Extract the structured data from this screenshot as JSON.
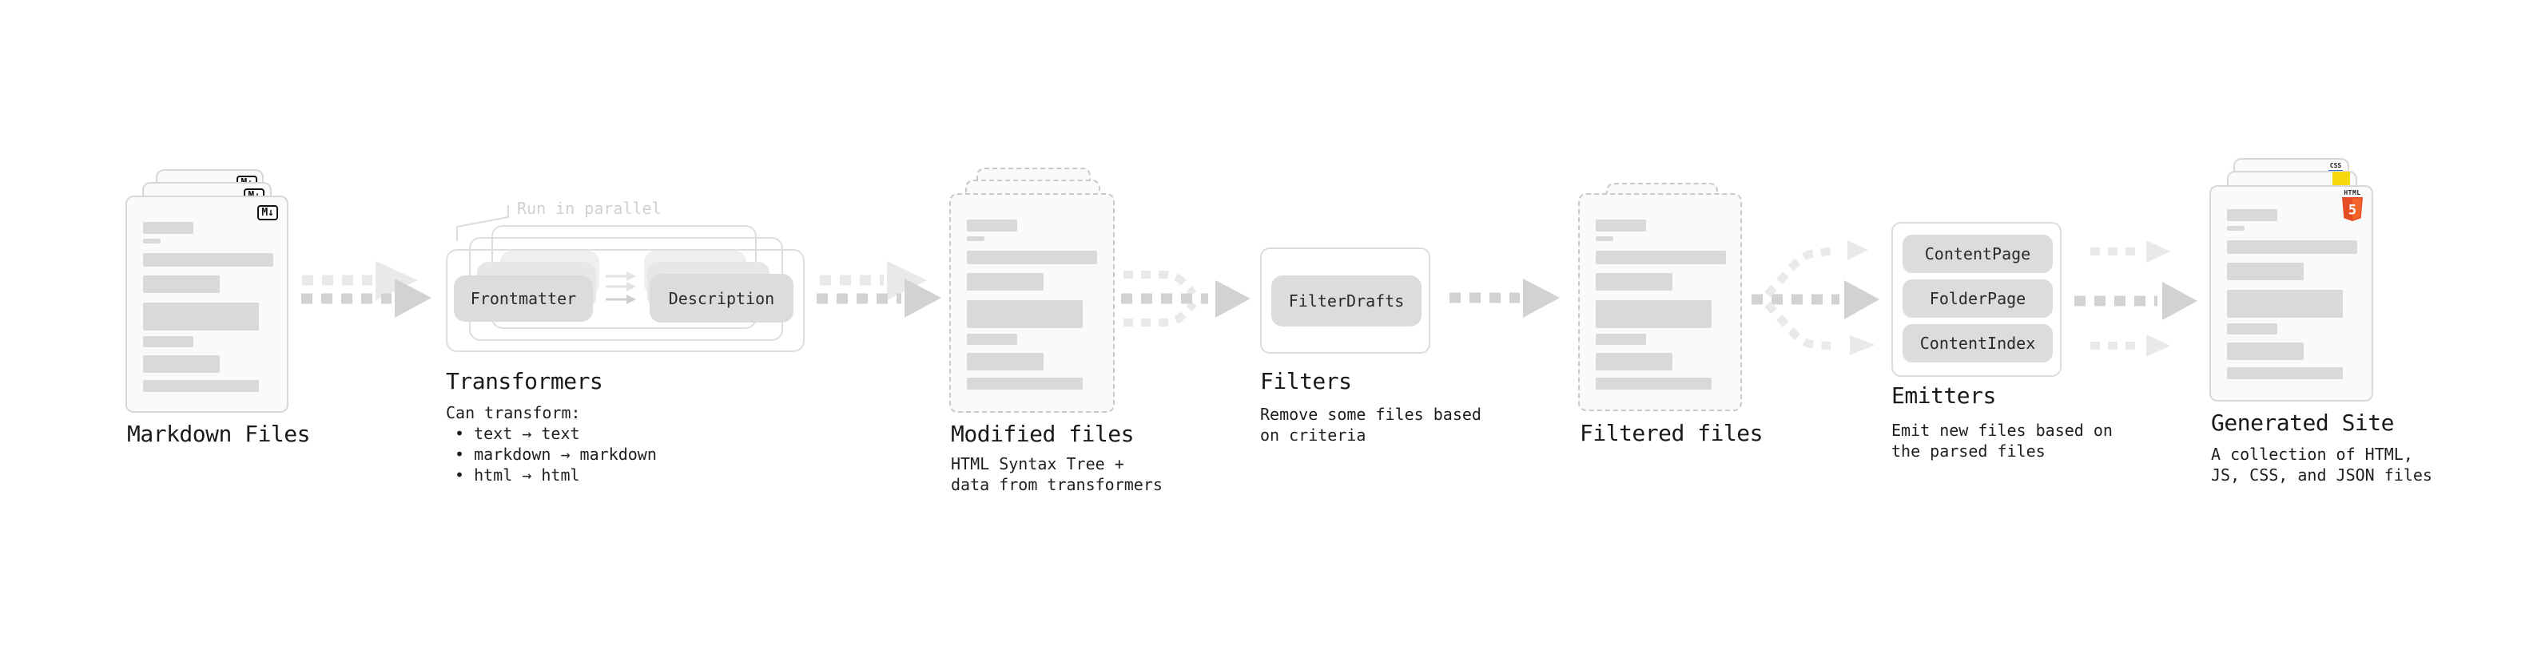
{
  "diagram": {
    "nodes": {
      "markdown_files": {
        "title": "Markdown Files",
        "badge": "M↓"
      },
      "transformers": {
        "title": "Transformers",
        "annotation": "Run in parallel",
        "pill_left": "Frontmatter",
        "pill_right": "Description",
        "description_lead": "Can transform:",
        "bullets": [
          "• text → text",
          "• markdown → markdown",
          "• html → html"
        ]
      },
      "modified_files": {
        "title": "Modified files",
        "subtitle_lines": [
          "HTML Syntax Tree +",
          "data from transformers"
        ]
      },
      "filters": {
        "title": "Filters",
        "pill": "FilterDrafts",
        "subtitle_lines": [
          "Remove some files based",
          "on criteria"
        ]
      },
      "filtered_files": {
        "title": "Filtered files"
      },
      "emitters": {
        "title": "Emitters",
        "pills": [
          "ContentPage",
          "FolderPage",
          "ContentIndex"
        ],
        "subtitle_lines": [
          "Emit new files based on",
          "the parsed files"
        ]
      },
      "generated_site": {
        "title": "Generated Site",
        "subtitle_lines": [
          "A collection of HTML,",
          "JS, CSS, and JSON files"
        ],
        "icons": {
          "html5_label": "HTML",
          "html5_number": "5",
          "css_label": "CSS"
        }
      }
    },
    "colors": {
      "markdown_badge_fg": "#111111",
      "html5_orange": "#e44d26",
      "html5_orange_light": "#f16529",
      "js_yellow": "#f5d90a",
      "css_blue": "#2f6fe0",
      "bar_gray": "#d9d9d9",
      "arrow_gray": "#d2d2d2",
      "arrow_light_gray": "#e9e9e9",
      "pill_gray": "#dcdcdc",
      "annotation_gray": "#d0d0d0",
      "text_dark": "#202020"
    }
  }
}
